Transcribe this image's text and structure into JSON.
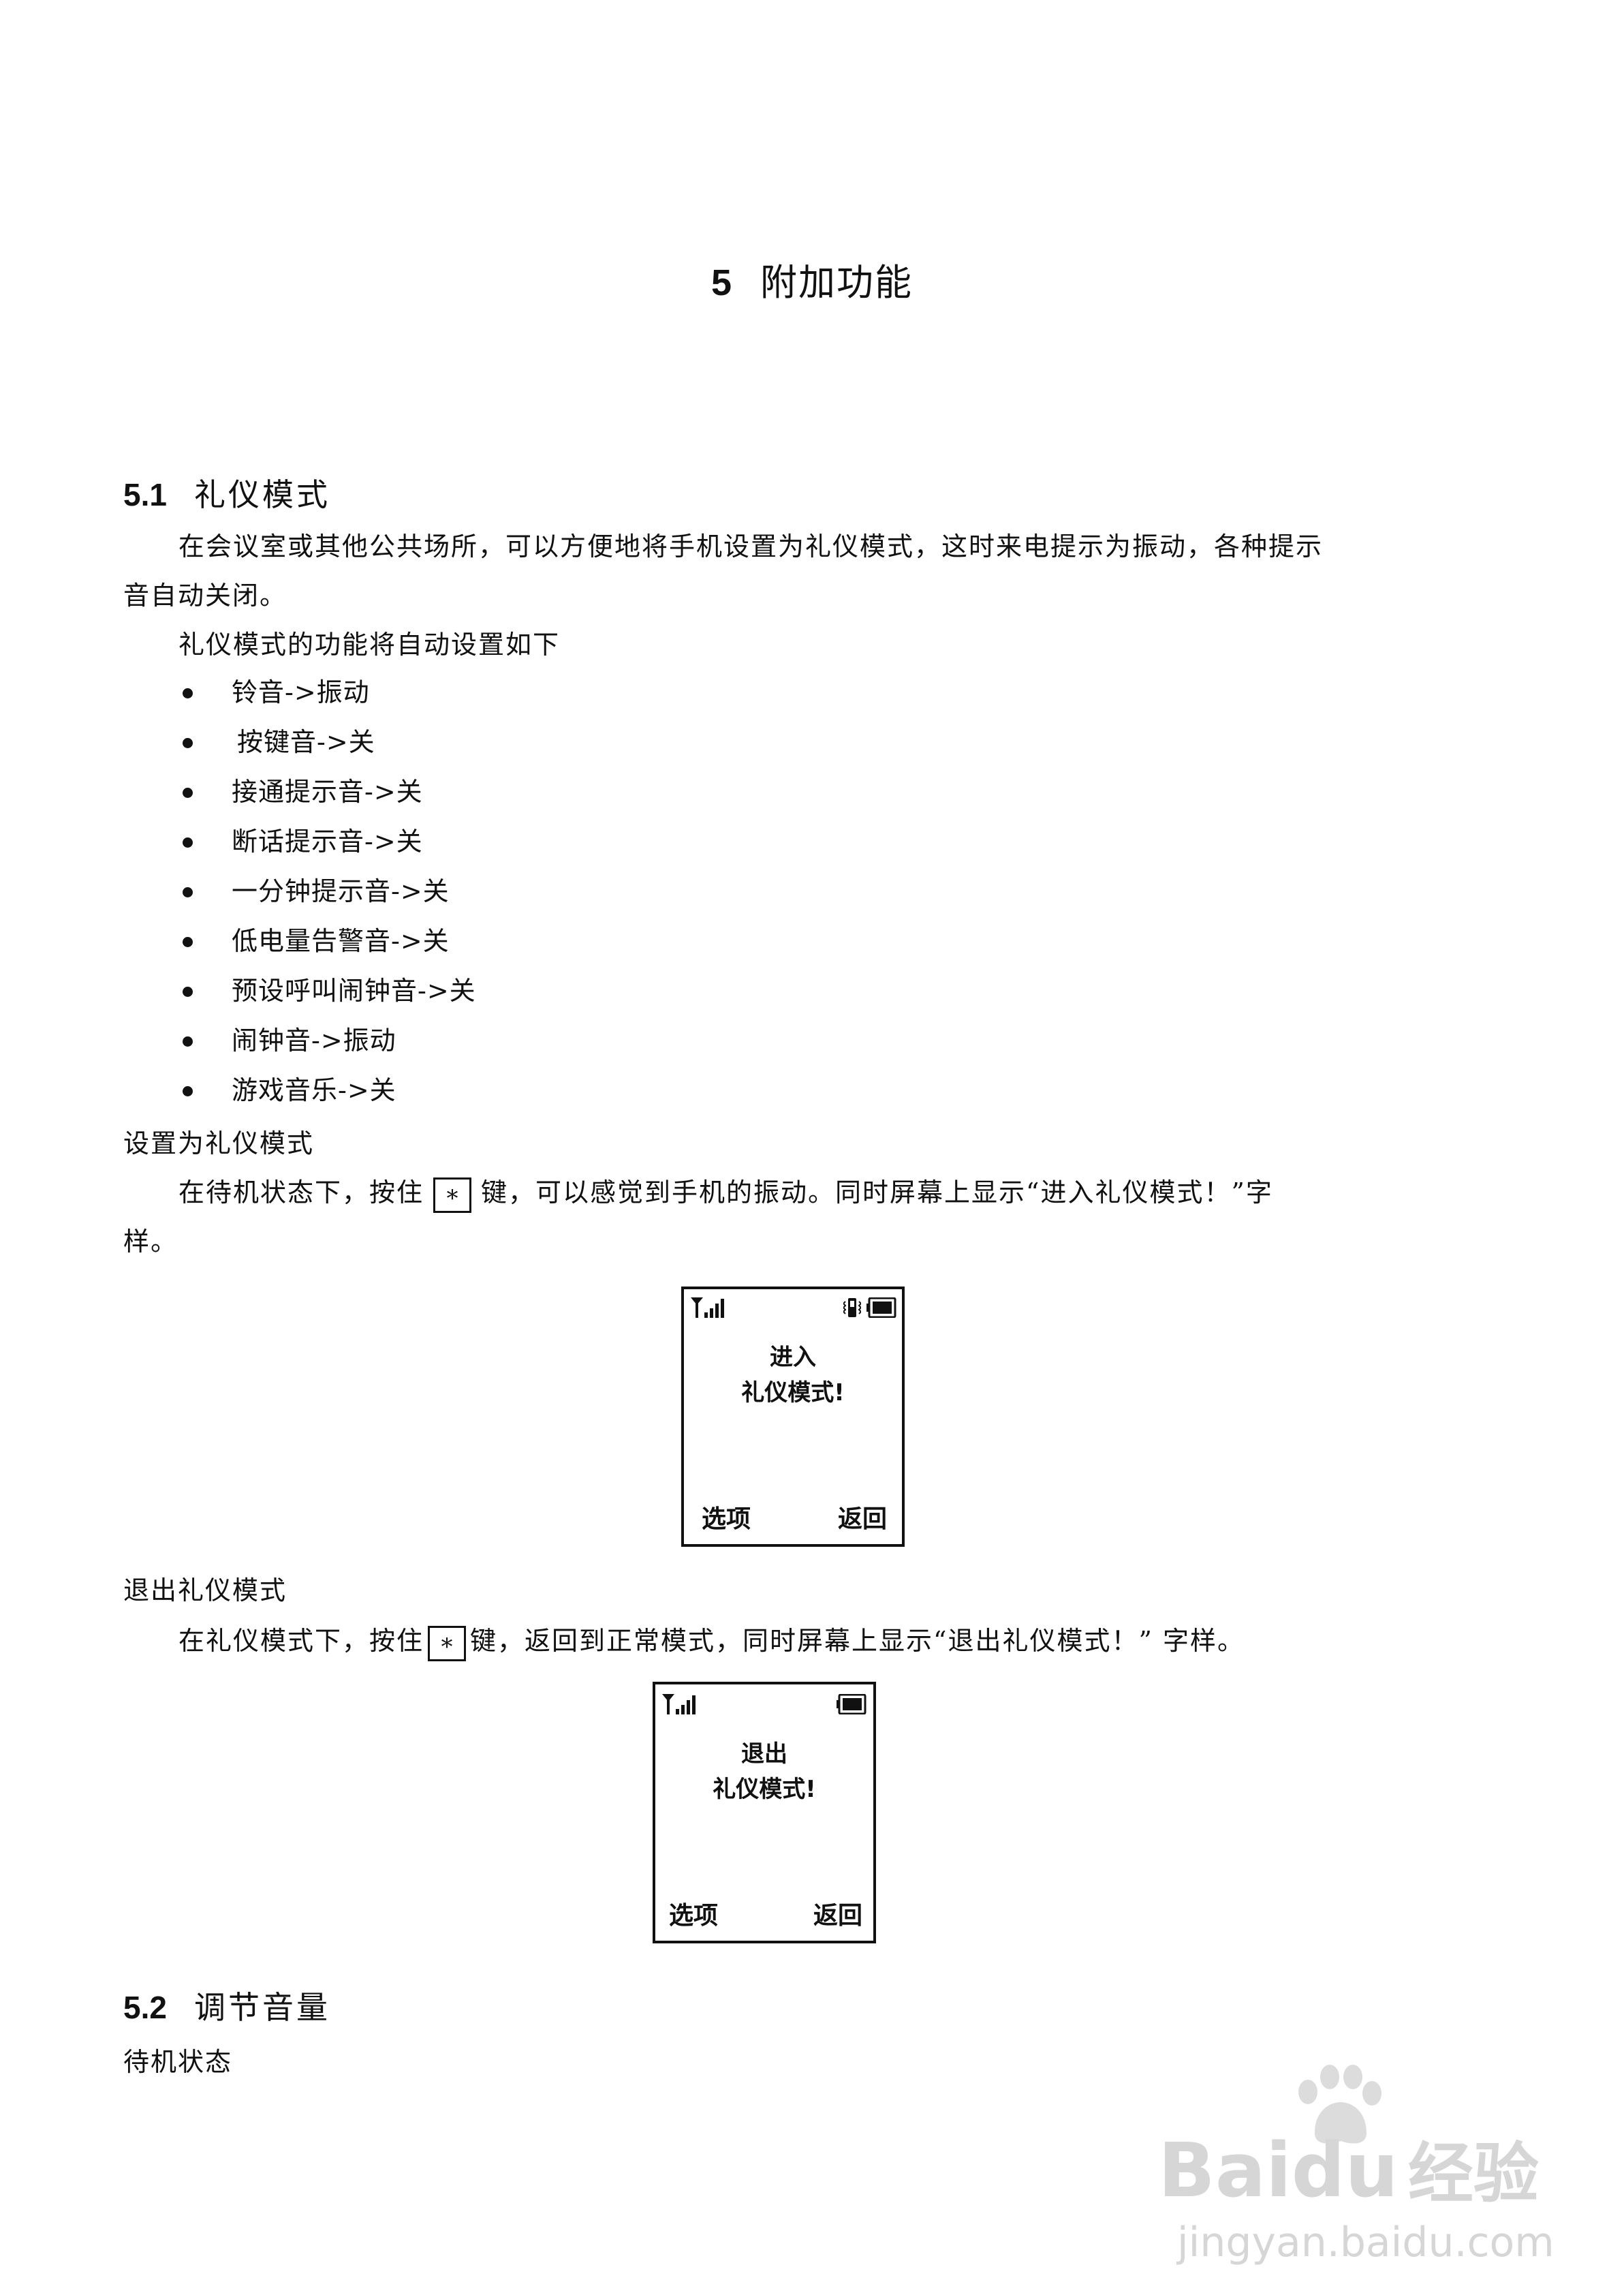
{
  "chapter": {
    "number": "5",
    "title": "附加功能"
  },
  "section1": {
    "number": "5.1",
    "title": "礼仪模式",
    "intro_line1": "在会议室或其他公共场所，可以方便地将手机设置为礼仪模式，这时来电提示为振动，各种提示",
    "intro_line2": "音自动关闭。",
    "list_intro": "礼仪模式的功能将自动设置如下",
    "settings": [
      "铃音->振动",
      "按键音->关",
      "接通提示音->关",
      "断话提示音->关",
      "一分钟提示音->关",
      "低电量告警音->关",
      "预设呼叫闹钟音->关",
      "闹钟音->振动",
      "游戏音乐->关"
    ],
    "enter_heading": "设置为礼仪模式",
    "enter_text_before": "在待机状态下，按住",
    "enter_key": "*",
    "enter_text_after": "键，可以感觉到手机的振动。同时屏幕上显示“进入礼仪模式！”字",
    "enter_text_line2": "样。",
    "enter_screen": {
      "line1": "进入",
      "line2": "礼仪模式!",
      "left_soft": "选项",
      "right_soft": "返回"
    },
    "exit_heading": "退出礼仪模式",
    "exit_text_before": "在礼仪模式下，按住",
    "exit_key": "*",
    "exit_text_after": "键，返回到正常模式，同时屏幕上显示“退出礼仪模式！” 字样。",
    "exit_screen": {
      "line1": "退出",
      "line2": "礼仪模式!",
      "left_soft": "选项",
      "right_soft": "返回"
    }
  },
  "section2": {
    "number": "5.2",
    "title": "调节音量",
    "sub": "待机状态"
  },
  "watermark": {
    "brand": "Bai",
    "brand2": "du",
    "cn": "经验",
    "url": "jingyan.baidu.com"
  },
  "icons": [
    "signal-icon",
    "vibrate-icon",
    "battery-icon",
    "paw-icon"
  ]
}
